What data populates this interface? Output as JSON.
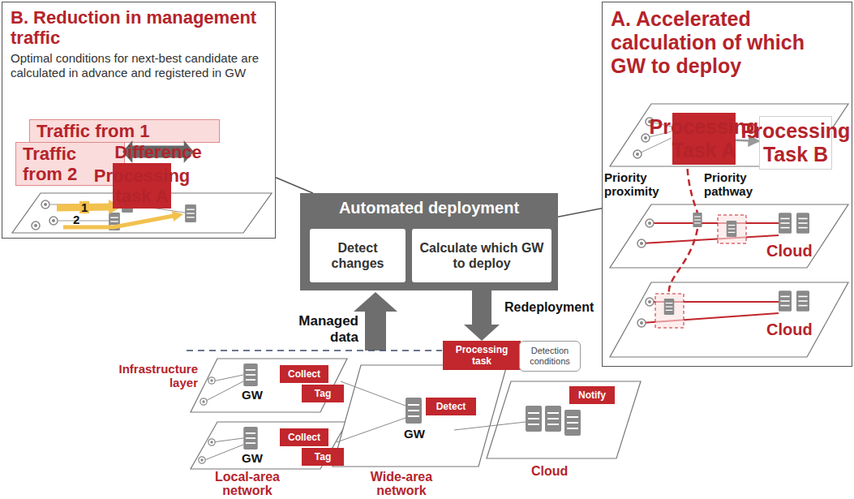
{
  "diagram": {
    "nodes": [
      {
        "text": [
          "B. Reduction in management traffic",
          "Optimal conditions for next-best candidate are calculated in advance and registered in GW"
        ]
      },
      {
        "text": [
          "Traffic from 1"
        ],
        "in": 0
      },
      {
        "text": [
          "Traffic from 2"
        ],
        "in": 0
      },
      {
        "text": [
          "Difference"
        ],
        "in": 0
      },
      {
        "text": [
          "Processing task A"
        ],
        "in": 0
      },
      {
        "text": [
          "Automated deployment"
        ]
      },
      {
        "text": [
          "Detect changes"
        ],
        "in": 5
      },
      {
        "text": [
          "Calculate which GW to deploy"
        ],
        "in": 5
      },
      {
        "text": [
          "A. Accelerated calculation of which GW to deploy"
        ]
      },
      {
        "text": [
          "Processing Task A"
        ],
        "in": 8
      },
      {
        "text": [
          "Processing Task B"
        ],
        "in": 8
      },
      {
        "text": [
          "Processing task"
        ]
      },
      {
        "text": [
          "Detection conditions"
        ]
      },
      {
        "text": [
          "Collect"
        ]
      },
      {
        "text": [
          "Tag"
        ]
      },
      {
        "text": [
          "Collect"
        ]
      },
      {
        "text": [
          "Tag"
        ]
      },
      {
        "text": [
          "Detect"
        ]
      },
      {
        "text": [
          "Notify"
        ]
      }
    ],
    "edges": [
      {
        "from": 0,
        "to": 5,
        "arrow": "none"
      },
      {
        "from": 5,
        "to": 8,
        "arrow": "none"
      },
      {
        "from": 9,
        "to": 10,
        "arrow": "to"
      },
      {
        "from": 7,
        "to": 11,
        "label": "Redeployment",
        "arrow": "to"
      }
    ],
    "labels": [
      "1",
      "2",
      "Priority proximity",
      "Priority pathway",
      "Cloud",
      "Cloud",
      "Managed data",
      "Infrastructure layer",
      "GW",
      "GW",
      "GW",
      "Local-area network",
      "Wide-area network",
      "Cloud"
    ]
  }
}
